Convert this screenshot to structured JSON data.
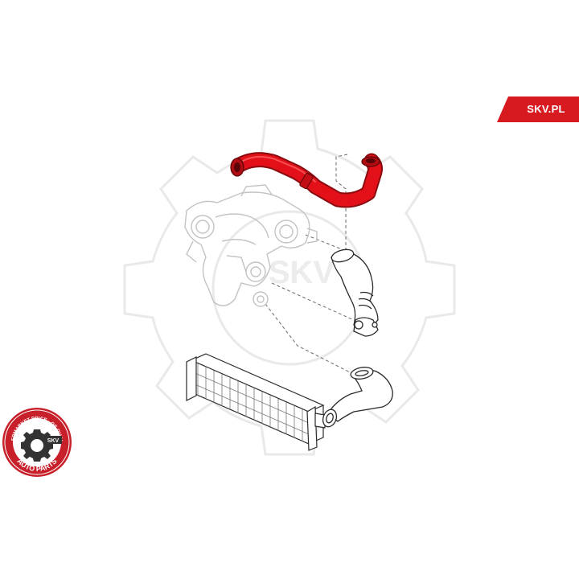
{
  "brand": {
    "site_label": "SKV.PL",
    "seal_top_text": "AFTERMARKET PRICE · OE QUALITY",
    "seal_bottom_text": "AUTO PARTS",
    "seal_center_text": "SKV",
    "watermark_text": "SKV"
  },
  "colors": {
    "accent_red": "#d71920",
    "seal_red": "#c8202a",
    "hose_red": "#e3101a",
    "line_gray": "#555555",
    "ghost_gray": "#c8c8c8",
    "watermark_gray": "#e9e9e9"
  },
  "diagram": {
    "highlighted_part": "red-hose-icon",
    "components": [
      "turbocharger-icon",
      "upper-intake-hose-icon",
      "intercooler-icon",
      "lower-intercooler-hose-icon"
    ]
  }
}
